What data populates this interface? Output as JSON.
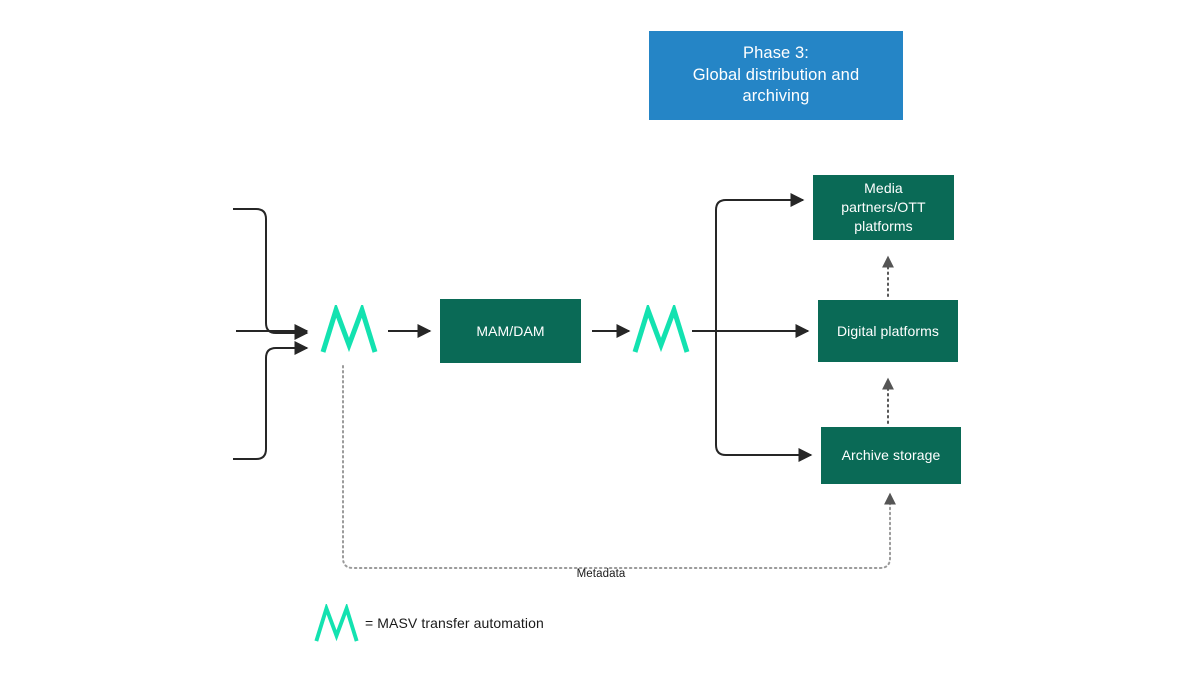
{
  "diagram": {
    "title": "Phase 3: Global distribution and archiving workflow",
    "background_color": "#ffffff",
    "colors": {
      "banner_blue": "#2585c6",
      "box_teal": "#0a6a56",
      "masv_green": "#13e2b0",
      "line_dark": "#262626",
      "dotted_gray": "#9a9a9a",
      "text_light": "#ffffff",
      "text_dark": "#1a1a1a"
    }
  },
  "banner": {
    "label": "Phase 3:\nGlobal distribution and\narchiving"
  },
  "nodes": {
    "mam_dam": {
      "label": "MAM/DAM"
    },
    "media_partners": {
      "label": "Media\npartners/OTT\nplatforms"
    },
    "digital_platforms": {
      "label": "Digital platforms"
    },
    "archive_storage": {
      "label": "Archive storage"
    }
  },
  "masv_marks": {
    "ingest": {
      "name": "MASV transfer automation"
    },
    "distribute": {
      "name": "MASV transfer automation"
    }
  },
  "connectors": {
    "metadata_label": "Metadata",
    "inbound_count": 3,
    "outbound_count": 3,
    "dotted_links": [
      "Digital platforms to Media partners/OTT platforms",
      "Archive storage to Digital platforms",
      "Metadata feedback loop to Archive storage"
    ]
  },
  "legend": {
    "icon": "masv-logo-icon",
    "text": "= MASV transfer automation"
  }
}
